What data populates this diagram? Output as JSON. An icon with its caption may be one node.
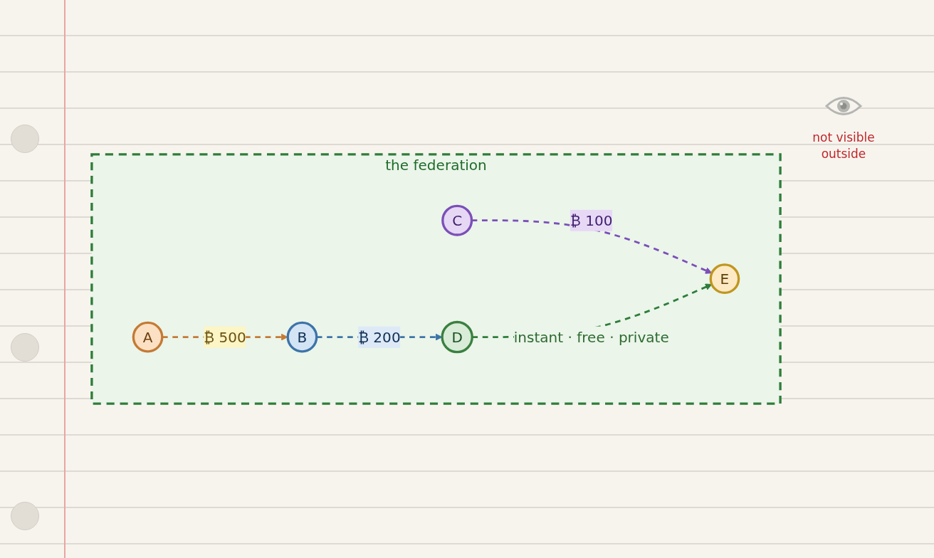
{
  "diagram": {
    "nodes": [
      {
        "text": [
          "the federation"
        ]
      },
      {
        "text": [
          "A"
        ],
        "in": 0
      },
      {
        "text": [
          "B"
        ],
        "in": 0
      },
      {
        "text": [
          "C"
        ],
        "in": 0
      },
      {
        "text": [
          "D"
        ],
        "in": 0
      },
      {
        "text": [
          "E"
        ],
        "in": 0
      }
    ],
    "edges": [
      {
        "from": 1,
        "to": 2,
        "arrow": "to",
        "label": "₿ 500",
        "style": "dashed",
        "color": "#c47a35"
      },
      {
        "from": 2,
        "to": 4,
        "arrow": "to",
        "label": "₿ 200",
        "style": "dashed",
        "color": "#3d74a8"
      },
      {
        "from": 3,
        "to": 5,
        "arrow": "to",
        "label": "₿ 100",
        "style": "dashed",
        "color": "#7b4fb8"
      },
      {
        "from": 4,
        "to": 5,
        "arrow": "to",
        "label": "instant · free · private",
        "style": "dashed",
        "color": "#2e7d3a"
      }
    ],
    "labels": [
      "not visible outside"
    ]
  }
}
